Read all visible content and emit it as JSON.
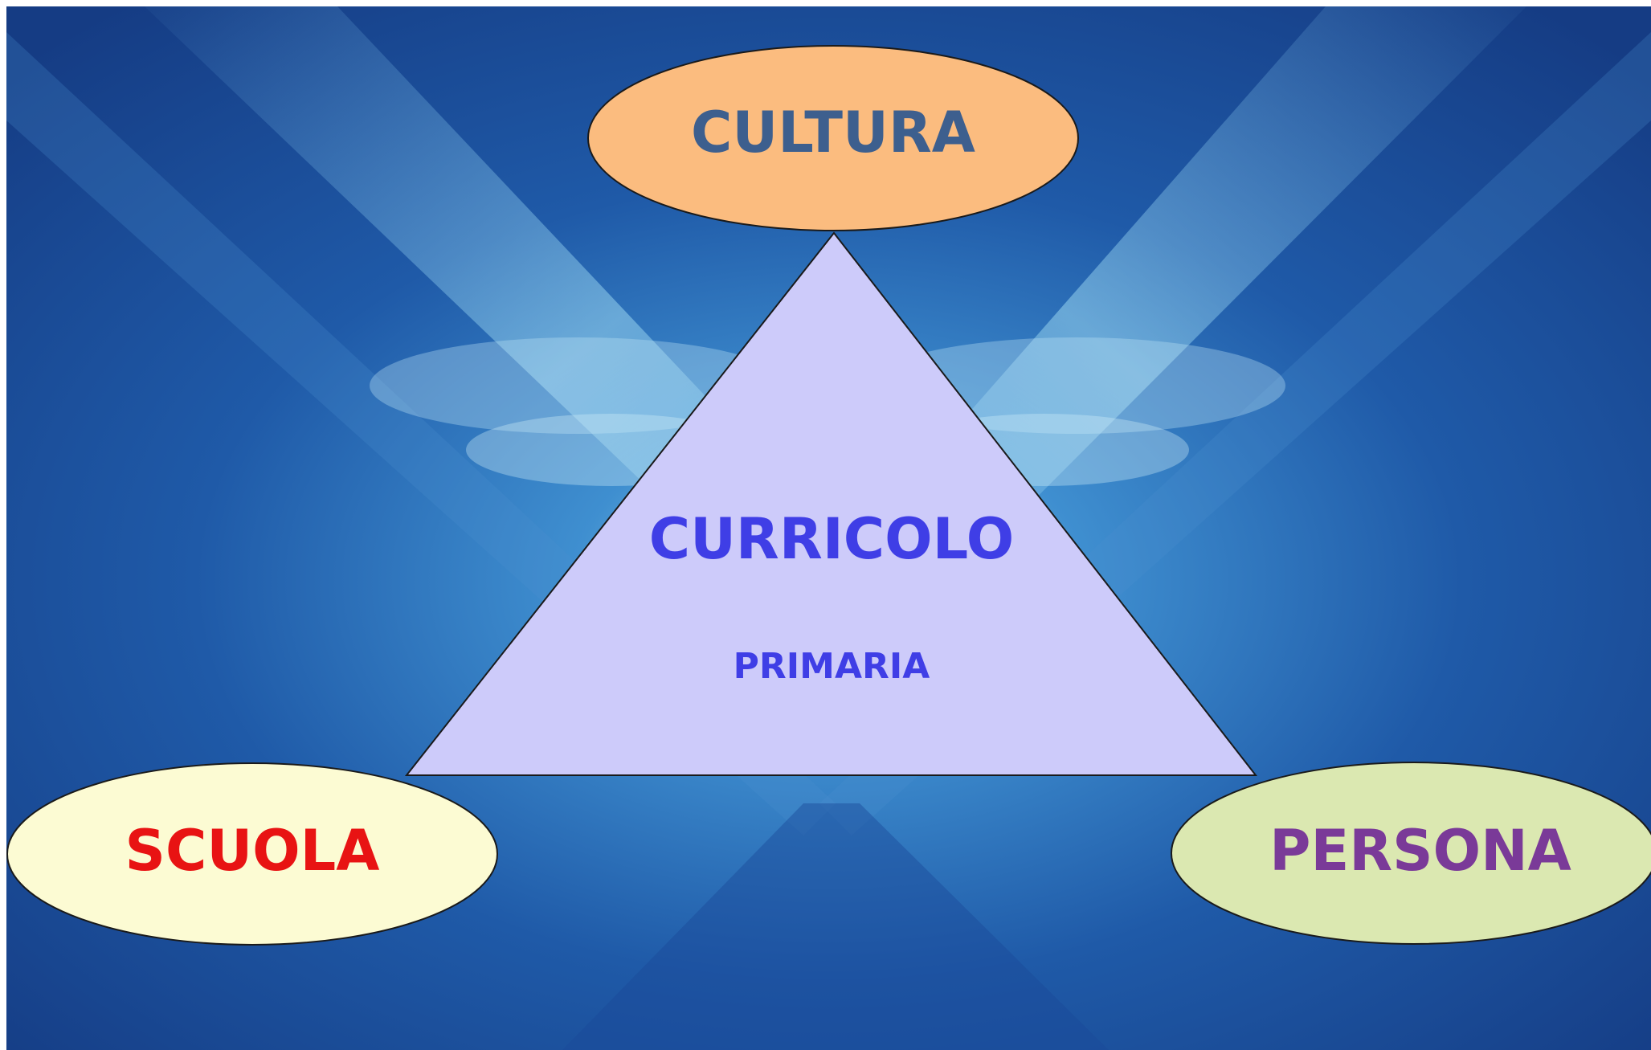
{
  "diagram": {
    "apex": {
      "label": "CULTURA",
      "fill_color": "#fbbc7f",
      "text_color": "#3d5f8e"
    },
    "center": {
      "title": "CURRICOLO",
      "subtitle": "PRIMARIA",
      "fill_color": "#cdcbfa",
      "text_color": "#3f3ee6"
    },
    "left": {
      "label": "SCUOLA",
      "fill_color": "#fcfbd3",
      "text_color": "#e81313"
    },
    "right": {
      "label": "PERSONA",
      "fill_color": "#dbe8b1",
      "text_color": "#7a3a98"
    }
  },
  "background": {
    "base_color": "#1d4f9c",
    "glow_color": "#8fd2ec"
  }
}
